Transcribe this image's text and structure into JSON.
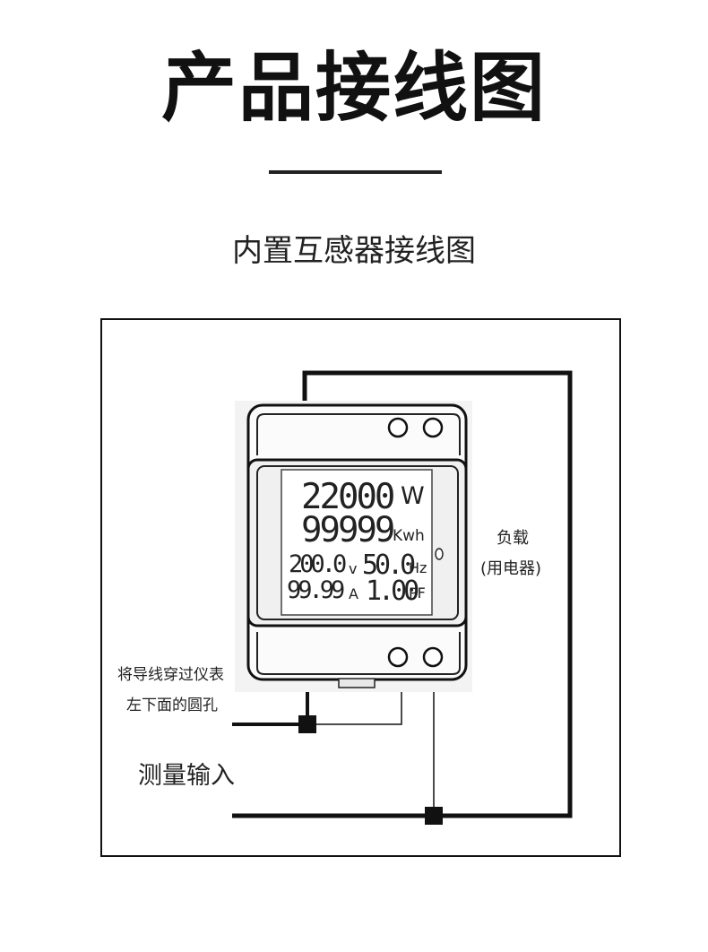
{
  "header": {
    "title": "产品接线图",
    "subtitle": "内置互感器接线图"
  },
  "meter": {
    "power_value": "22000",
    "power_unit": "W",
    "energy_value": "99999",
    "energy_unit": "Kwh",
    "voltage_value": "200.0",
    "voltage_unit": "v",
    "frequency_value": "50.0",
    "frequency_unit": "Hz",
    "current_value": "99.99",
    "current_unit": "A",
    "pf_value": "1.00",
    "pf_unit": "PF"
  },
  "labels": {
    "load_line1": "负载",
    "load_line2": "(用电器)",
    "instruction_line1": "将导线穿过仪表",
    "instruction_line2": "左下面的圆孔",
    "input_label": "测量输入"
  }
}
